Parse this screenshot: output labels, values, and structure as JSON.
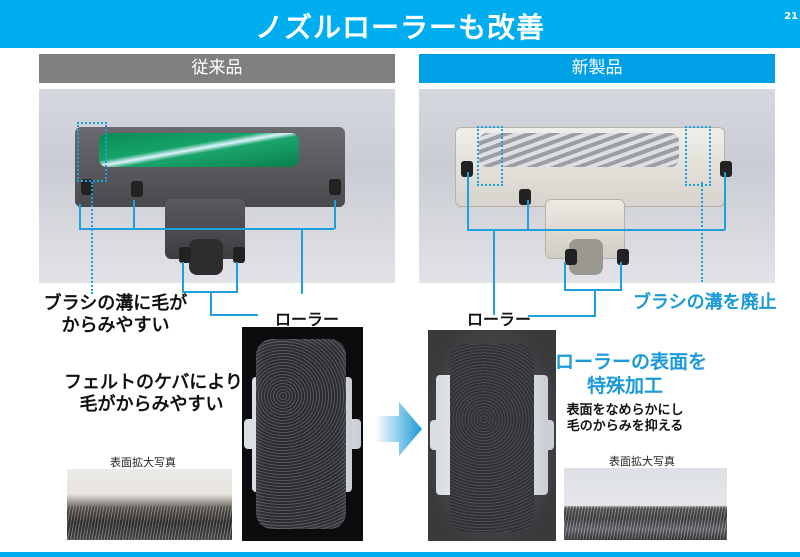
{
  "header": {
    "title": "ノズルローラーも改善",
    "page_number": "21"
  },
  "columns": {
    "old": {
      "label": "従来品",
      "color": "#808080"
    },
    "new": {
      "label": "新製品",
      "color": "#00a0e6"
    }
  },
  "old_product": {
    "brush_groove_note": [
      "ブラシの溝に毛が",
      "からみやすい"
    ],
    "roller_label": "ローラー",
    "felt_note": [
      "フェルトのケバにより",
      "毛がからみやすい"
    ],
    "macro_caption": "表面拡大写真"
  },
  "new_product": {
    "roller_label": "ローラー",
    "brush_groove_note": "ブラシの溝を廃止",
    "surface_headline": [
      "ローラーの表面を",
      "特殊加工"
    ],
    "surface_desc": [
      "表面をなめらかにし",
      "毛のからみを抑える"
    ],
    "macro_caption": "表面拡大写真"
  },
  "icons": {
    "transition_arrow": "right-arrow-gradient"
  },
  "colors": {
    "title_bar": "#00aeef",
    "accent_blue": "#1a9ad6",
    "callout_line": "#1ea0da"
  }
}
